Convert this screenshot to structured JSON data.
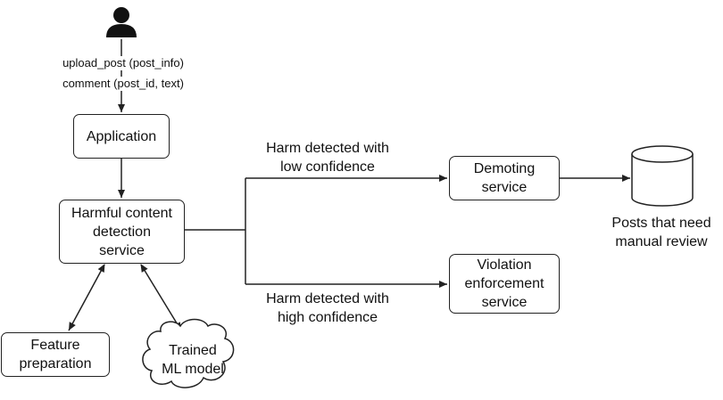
{
  "actor": {
    "icon": "user-icon"
  },
  "edges": {
    "upload_label": "upload_post (post_info)",
    "comment_label": "comment (post_id, text)",
    "low_conf_label": "Harm detected with\nlow confidence",
    "high_conf_label": "Harm detected with\nhigh confidence"
  },
  "nodes": {
    "application": "Application",
    "detection": "Harmful content\ndetection\nservice",
    "demoting": "Demoting\nservice",
    "violation": "Violation\nenforcement\nservice",
    "feature": "Feature\npreparation",
    "ml_model": "Trained\nML model",
    "database_caption": "Posts that need\nmanual review"
  },
  "colors": {
    "stroke": "#222222",
    "fill": "#ffffff",
    "text": "#111111"
  }
}
